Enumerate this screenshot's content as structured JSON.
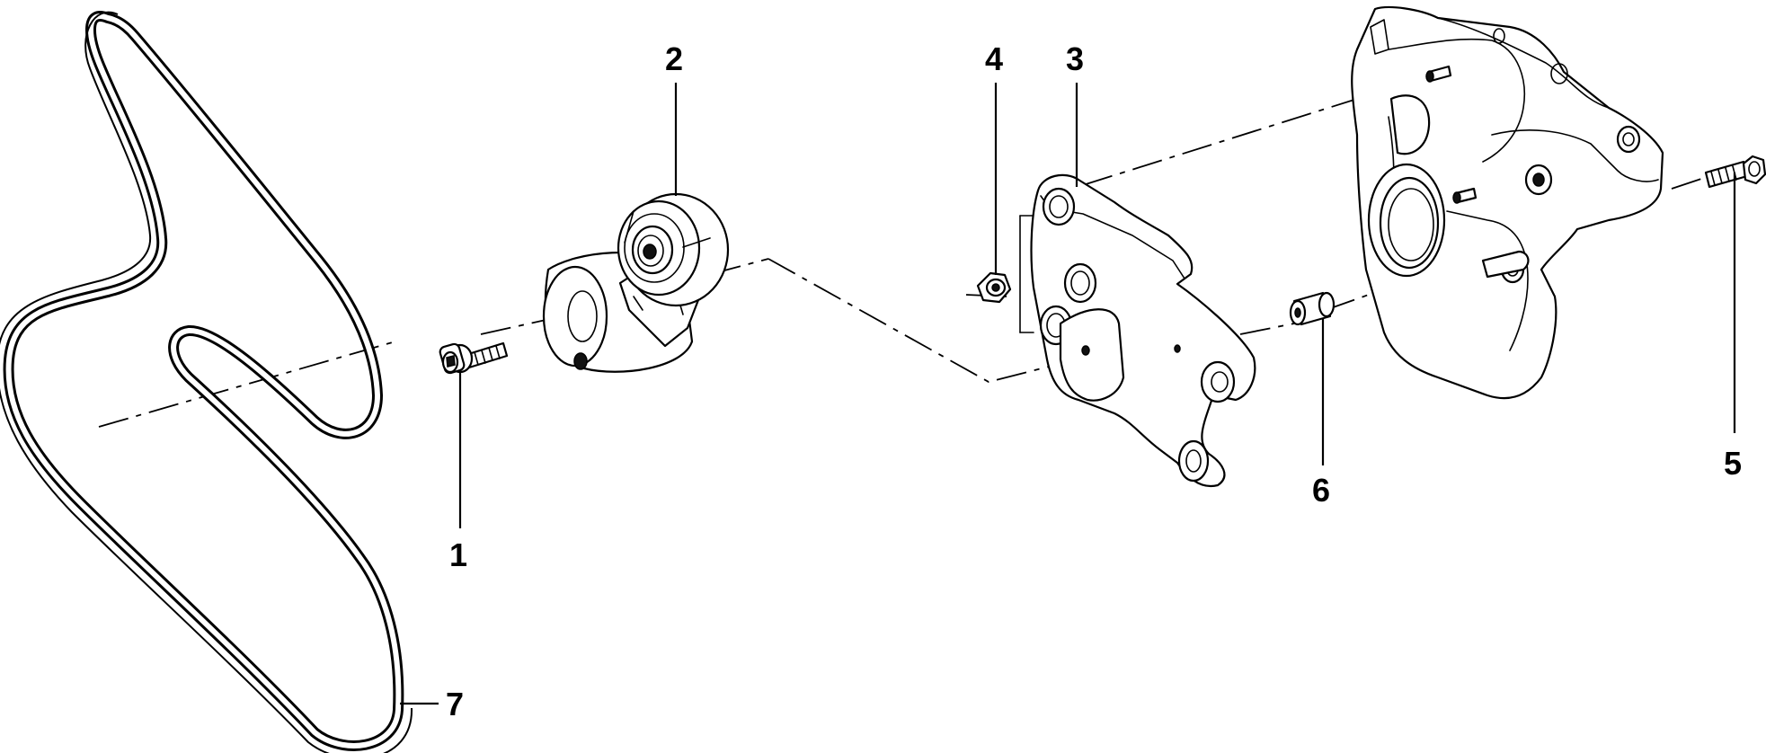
{
  "callouts": [
    {
      "id": "1",
      "label": "1",
      "part": "tensioner-bolt"
    },
    {
      "id": "2",
      "label": "2",
      "part": "belt-tensioner"
    },
    {
      "id": "3",
      "label": "3",
      "part": "tensioner-bracket"
    },
    {
      "id": "4",
      "label": "4",
      "part": "bracket-nut"
    },
    {
      "id": "5",
      "label": "5",
      "part": "housing-stud-bolt"
    },
    {
      "id": "6",
      "label": "6",
      "part": "spacer"
    },
    {
      "id": "7",
      "label": "7",
      "part": "serpentine-belt"
    }
  ]
}
